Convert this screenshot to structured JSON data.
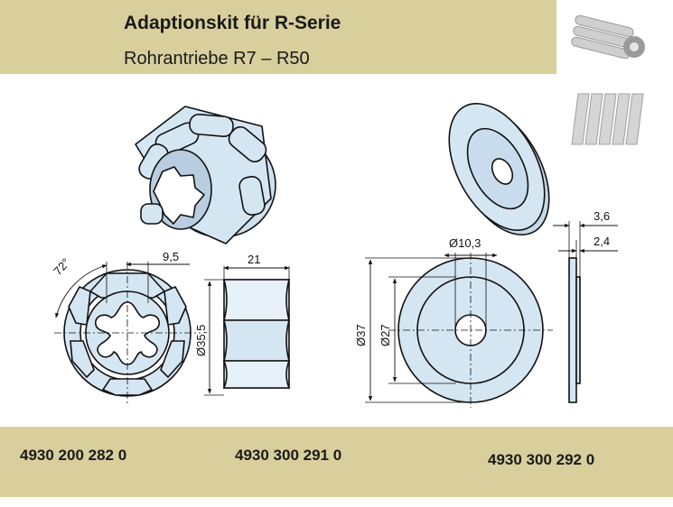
{
  "header": {
    "title": "Adaptionskit für R-Serie",
    "subtitle": "Rohrantriebe R7 – R50"
  },
  "diagram": {
    "adapter": {
      "angle_label": "72°",
      "width_label": "9,5",
      "length_label": "21",
      "diameter_label": "Ø35,5"
    },
    "disc": {
      "bore_label": "Ø10,3",
      "outer_diameter_label": "Ø37",
      "inner_diameter_label": "Ø27",
      "thickness_label": "3,6",
      "step_label": "2,4"
    }
  },
  "footer": {
    "codes": [
      "4930 200 282 0",
      "4930 300 291 0",
      "4930 300 292 0"
    ]
  },
  "colors": {
    "header_bg": "#d8cf9d",
    "part_fill": "#d5e6f3",
    "line": "#111111"
  }
}
